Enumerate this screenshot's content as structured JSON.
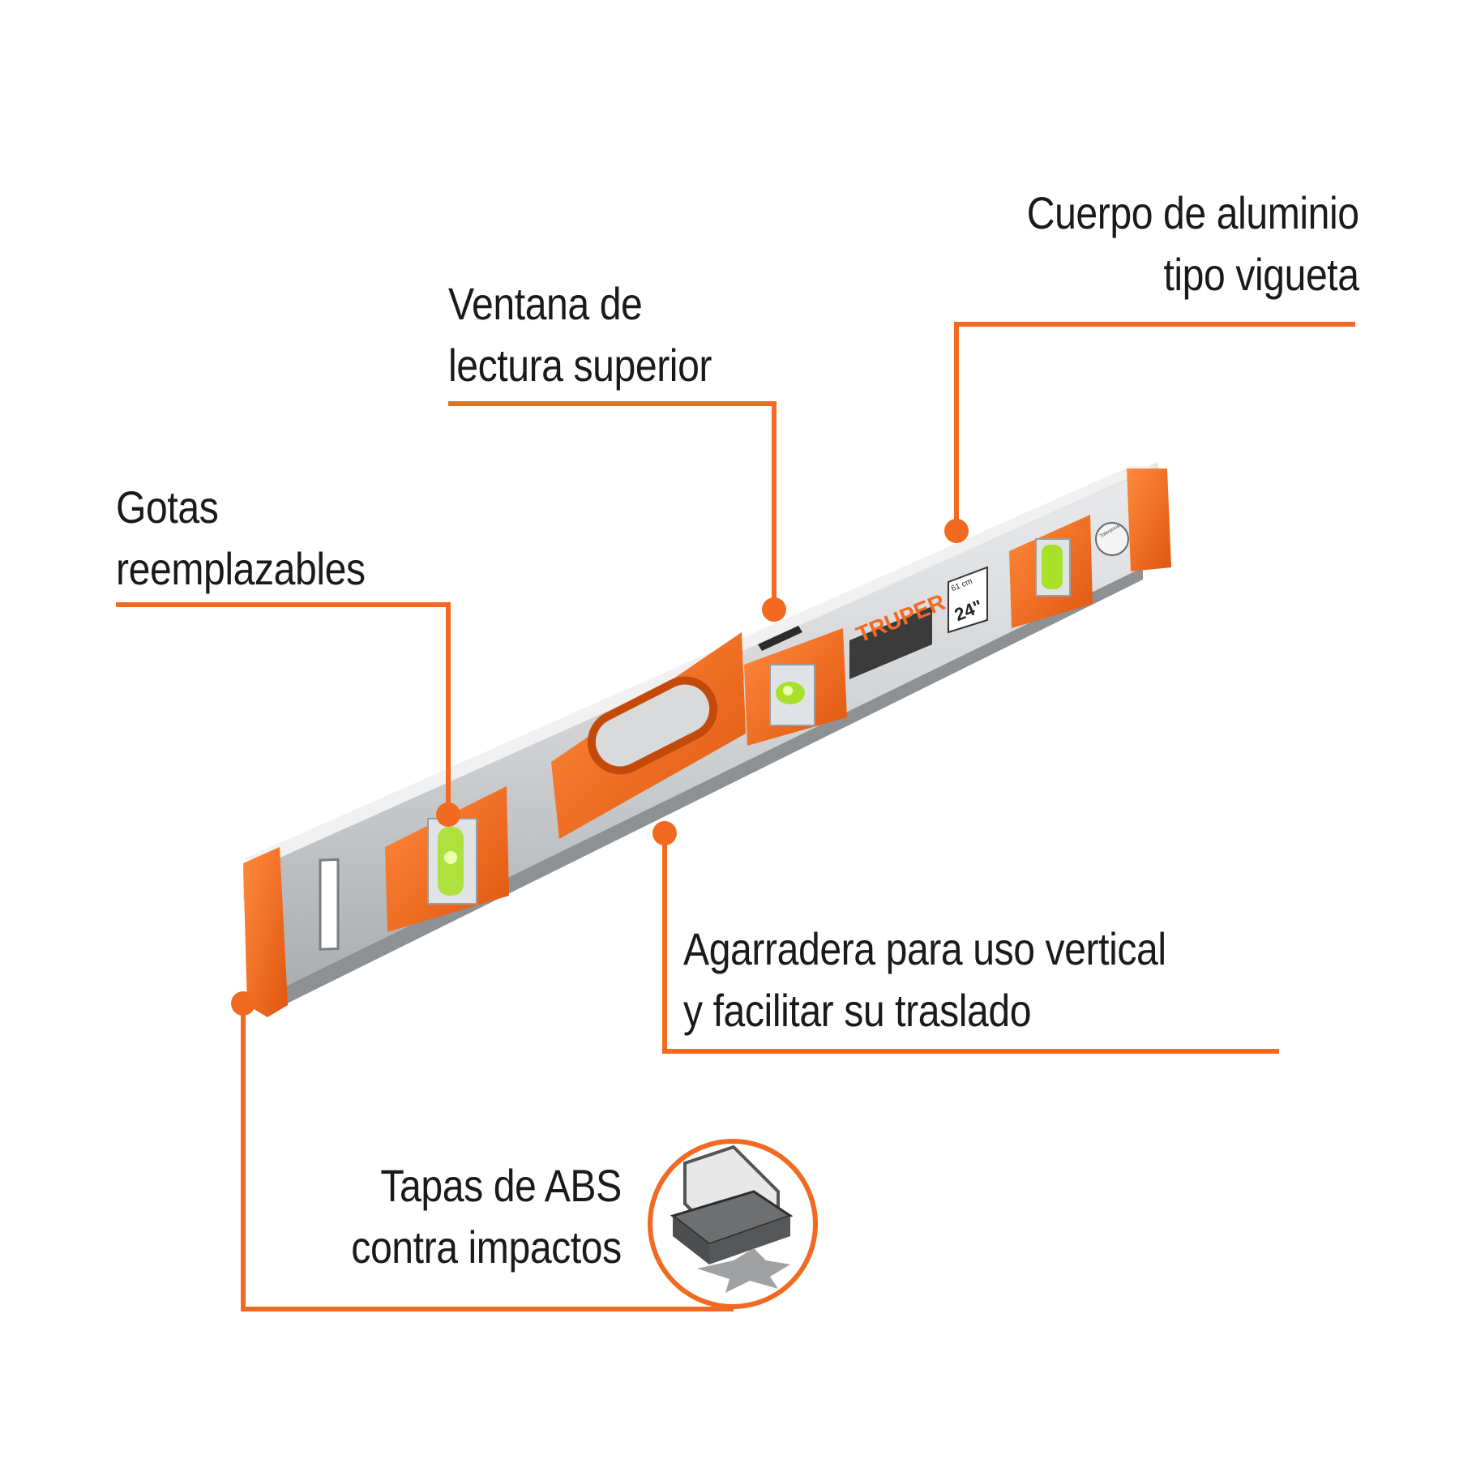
{
  "callouts": {
    "cuerpo": {
      "line1": "Cuerpo de aluminio",
      "line2": "tipo vigueta"
    },
    "ventana": {
      "line1": "Ventana de",
      "line2": "lectura superior"
    },
    "gotas": {
      "line1": "Gotas",
      "line2": "reemplazables"
    },
    "agarradera": {
      "line1": "Agarradera para uso vertical",
      "line2": "y facilitar su traslado"
    },
    "tapas": {
      "line1": "Tapas de ABS",
      "line2": "contra impactos"
    }
  },
  "product": {
    "brand": "TRUPER",
    "size_metric": "61 cm",
    "size_imperial": "24\"",
    "badge_text": "Tolerancia"
  },
  "colors": {
    "accent": "#f26a21",
    "aluminum": "#c9cbcd",
    "dark": "#1a1a1a",
    "bubble": "#a8e02a"
  },
  "icons": [
    "level-tool-image",
    "abs-cap-detail-icon",
    "callout-dot-icon"
  ]
}
